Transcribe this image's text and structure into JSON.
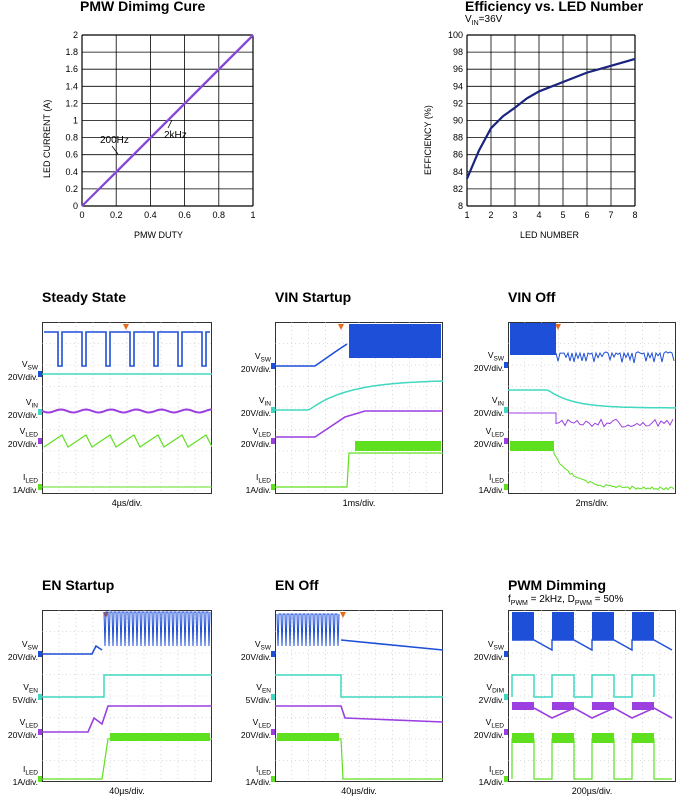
{
  "chart_data": [
    {
      "type": "line",
      "title": "PMW Dimimg Cure",
      "xlabel": "PMW DUTY",
      "ylabel": "LED CURRENT (A)",
      "xlim": [
        0,
        1
      ],
      "ylim": [
        0,
        2
      ],
      "xticks": [
        "0",
        "0.2",
        "0.4",
        "0.6",
        "0.8",
        "1"
      ],
      "yticks": [
        "0",
        "0.2",
        "0.4",
        "0.6",
        "0.8",
        "1",
        "1.2",
        "1.4",
        "1.6",
        "1.8",
        "2"
      ],
      "grid": true,
      "annotations": [
        "200Hz",
        "2kHz"
      ],
      "series": [
        {
          "name": "200Hz",
          "x": [
            0,
            0.2,
            0.4,
            0.6,
            0.8,
            1
          ],
          "y": [
            0,
            0.4,
            0.8,
            1.2,
            1.6,
            2.0
          ],
          "color": "#9b59e8"
        },
        {
          "name": "2kHz",
          "x": [
            0,
            0.2,
            0.4,
            0.6,
            0.8,
            1
          ],
          "y": [
            0,
            0.39,
            0.79,
            1.19,
            1.59,
            1.99
          ],
          "color": "#7a3fd0"
        }
      ]
    },
    {
      "type": "line",
      "title": "Efficiency vs. LED Number",
      "subtitle_main": "V",
      "subtitle_sub": "IN",
      "subtitle_rest": "=36V",
      "xlabel": "LED NUMBER",
      "ylabel": "EFFICIENCY (%)",
      "xlim": [
        1,
        8
      ],
      "ylim": [
        80,
        100
      ],
      "xticks": [
        "1",
        "2",
        "3",
        "4",
        "5",
        "6",
        "7",
        "8"
      ],
      "yticks": [
        "8",
        "82",
        "84",
        "86",
        "88",
        "90",
        "92",
        "94",
        "96",
        "98",
        "100"
      ],
      "grid": true,
      "series": [
        {
          "x": [
            1,
            1.5,
            2,
            2.5,
            3,
            3.5,
            4,
            5,
            6,
            7,
            8
          ],
          "y": [
            83.2,
            86.5,
            89.1,
            90.5,
            91.5,
            92.6,
            93.4,
            94.5,
            95.6,
            96.4,
            97.2
          ],
          "color": "#1a237e"
        }
      ]
    }
  ],
  "scopes": [
    {
      "title": "Steady State",
      "subtitle": "",
      "time_div": "4µs/div.",
      "channels": [
        {
          "main": "V",
          "sub": "SW",
          "scale": "20V/div."
        },
        {
          "main": "V",
          "sub": "IN",
          "scale": "20V/div."
        },
        {
          "main": "V",
          "sub": "LED",
          "scale": "20V/div."
        },
        {
          "main": "I",
          "sub": "LED",
          "scale": "1A/div."
        }
      ]
    },
    {
      "title": "VIN Startup",
      "subtitle": "",
      "time_div": "1ms/div.",
      "channels": [
        {
          "main": "V",
          "sub": "SW",
          "scale": "20V/div."
        },
        {
          "main": "V",
          "sub": "IN",
          "scale": "20V/div."
        },
        {
          "main": "V",
          "sub": "LED",
          "scale": "20V/div."
        },
        {
          "main": "I",
          "sub": "LED",
          "scale": "1A/div."
        }
      ]
    },
    {
      "title": "VIN Off",
      "subtitle": "",
      "time_div": "2ms/div.",
      "channels": [
        {
          "main": "V",
          "sub": "SW",
          "scale": "20V/div."
        },
        {
          "main": "V",
          "sub": "IN",
          "scale": "20V/div."
        },
        {
          "main": "V",
          "sub": "LED",
          "scale": "20V/div."
        },
        {
          "main": "I",
          "sub": "LED",
          "scale": "1A/div."
        }
      ]
    },
    {
      "title": "EN Startup",
      "subtitle": "",
      "time_div": "40µs/div.",
      "channels": [
        {
          "main": "V",
          "sub": "SW",
          "scale": "20V/div."
        },
        {
          "main": "V",
          "sub": "EN",
          "scale": "5V/div."
        },
        {
          "main": "V",
          "sub": "LED",
          "scale": "20V/div."
        },
        {
          "main": "I",
          "sub": "LED",
          "scale": "1A/div."
        }
      ]
    },
    {
      "title": "EN Off",
      "subtitle": "",
      "time_div": "40µs/div.",
      "channels": [
        {
          "main": "V",
          "sub": "SW",
          "scale": "20V/div."
        },
        {
          "main": "V",
          "sub": "EN",
          "scale": "5V/div."
        },
        {
          "main": "V",
          "sub": "LED",
          "scale": "20V/div."
        },
        {
          "main": "I",
          "sub": "LED",
          "scale": "1A/div."
        }
      ]
    },
    {
      "title": "PWM Dimming",
      "subtitle": "f",
      "subtitle_sub1": "PWM",
      "subtitle_mid": " = 2kHz, D",
      "subtitle_sub2": "PWM",
      "subtitle_end": " = 50%",
      "time_div": "200µs/div.",
      "channels": [
        {
          "main": "V",
          "sub": "SW",
          "scale": "20V/div."
        },
        {
          "main": "V",
          "sub": "DIM",
          "scale": "2V/div."
        },
        {
          "main": "V",
          "sub": "LED",
          "scale": "20V/div."
        },
        {
          "main": "I",
          "sub": "LED",
          "scale": "1A/div."
        }
      ]
    }
  ],
  "colors": {
    "vsw": "#1e4fd8",
    "vin": "#40d8c0",
    "vled": "#9b3fe0",
    "iled": "#5ee01e",
    "trigger": "#e86a1a"
  }
}
